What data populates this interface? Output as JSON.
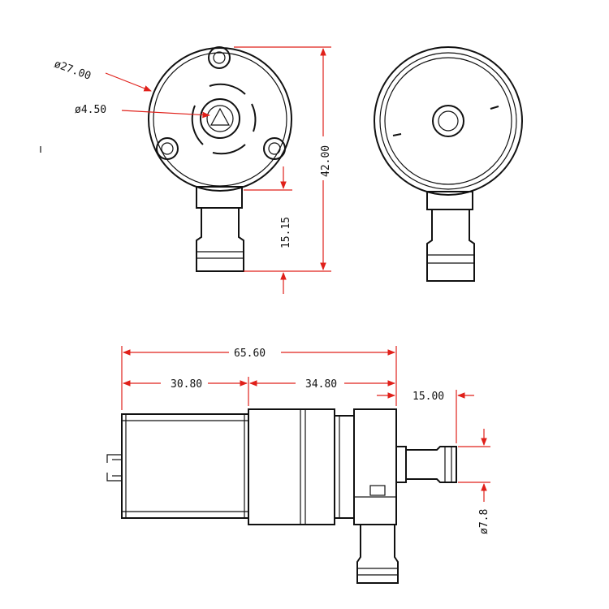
{
  "drawing": {
    "dimensions": {
      "outer_diameter": "ø27.00",
      "inlet_diameter": "ø4.50",
      "height_total": "42.00",
      "outlet_length": "15.15",
      "length_total": "65.60",
      "motor_length": "30.80",
      "pump_length": "34.80",
      "side_outlet_length": "15.00",
      "outlet_diameter": "ø7.8"
    },
    "colors": {
      "dimension_lines": "#e0201a",
      "outline": "#111111"
    },
    "views": [
      "front-view",
      "back-view",
      "side-view"
    ]
  }
}
